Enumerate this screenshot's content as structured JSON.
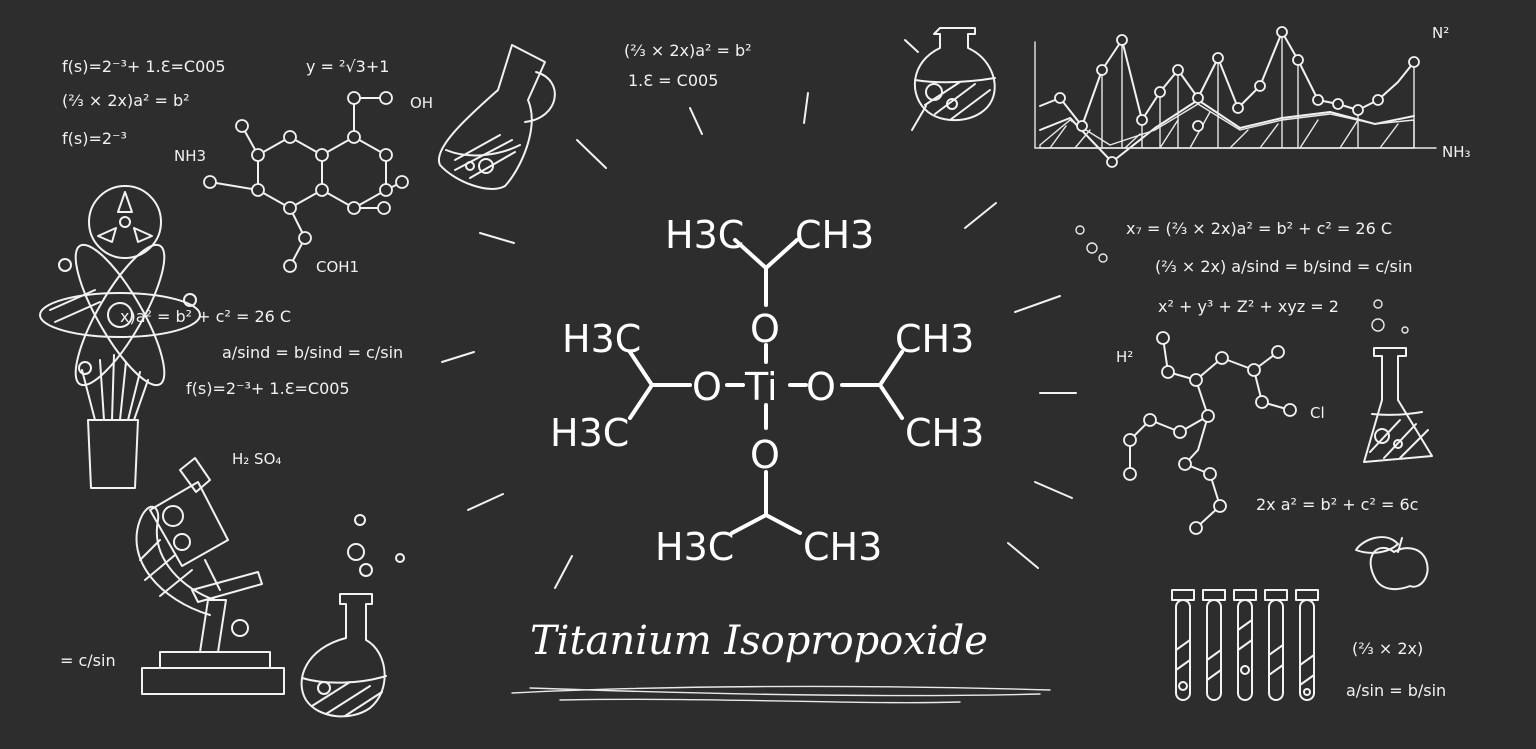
{
  "title": "Titanium Isopropoxide",
  "molecule": {
    "center": "Ti",
    "oxygen": "O",
    "top_left": "H3C",
    "top_right": "CH3",
    "left_upper": "H3C",
    "left_lower": "H3C",
    "right_upper": "CH3",
    "right_lower": "CH3",
    "bottom_left": "H3C",
    "bottom_right": "CH3"
  },
  "formulas": {
    "f1": "f(s)=2⁻³+ 1.Ɛ=C005",
    "f2": "y = ²√3+1",
    "f3": "(⅔ × 2x)a² = b²",
    "f4": "f(s)=2⁻³",
    "f5": "(⅔ × 2x)a² = b²",
    "f6": "1.Ɛ = C005",
    "f7": "x)a² = b² + c² = 26 C",
    "f8": "a/sind = b/sind = c/sin",
    "f9": "f(s)=2⁻³+ 1.Ɛ=C005",
    "f10": "= c/sin",
    "f11": "x₇ = (⅔ × 2x)a² = b² + c² = 26 C",
    "f12": "(⅔ × 2x)  a/sind = b/sind = c/sin",
    "f13": "x² + y³ + Z² + xyz = 2",
    "f14": "2x a² = b² + c² =   6c",
    "f15": "(⅔ × 2x)",
    "f16": "a/sin = b/sin"
  },
  "labels": {
    "nh3_left": "NH3",
    "oh": "OH",
    "coh1": "COH1",
    "h2so4": "H₂ SO₄",
    "h2": "H²",
    "cl": "Cl",
    "n2": "N²",
    "nh3_chart": "NH₃"
  },
  "colors": {
    "background": "#2d2d2d",
    "chalk": "#f2f2f2"
  },
  "icons": [
    "atom-icon",
    "radiation-icon",
    "flask-icon",
    "microscope-icon",
    "test-tubes-icon",
    "apple-icon",
    "pencil-cup-icon",
    "molecule-icon",
    "line-chart-icon"
  ]
}
